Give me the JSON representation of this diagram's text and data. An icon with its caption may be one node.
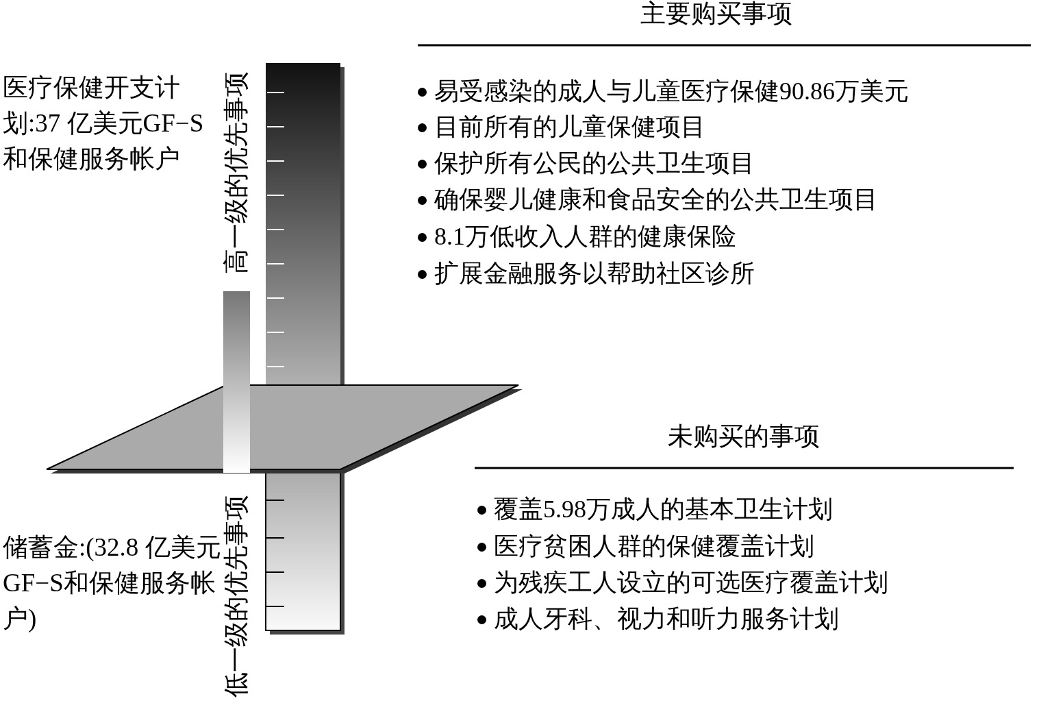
{
  "diagram": {
    "labels": [
      "主要购买事项",
      "医疗保健开支计划:37 亿美元GF−S和保健服务帐户",
      "高一级的优先事项",
      "易受感染的成人与儿童医疗保健90.86万美元",
      "目前所有的儿童保健项目",
      "保护所有公民的公共卫生项目",
      "确保婴儿健康和食品安全的公共卫生项目",
      "8.1万低收入人群的健康保险",
      "扩展金融服务以帮助社区诊所",
      "未购买的事项",
      "储蓄金:(32.8 亿美元GF−S和保健服务帐户)",
      "低一级的优先事项",
      "覆盖5.98万成人的基本卫生计划",
      "医疗贫困人群的保健覆盖计划",
      "为残疾工人设立的可选医疗覆盖计划",
      "成人牙科、视力和听力服务计划"
    ]
  }
}
